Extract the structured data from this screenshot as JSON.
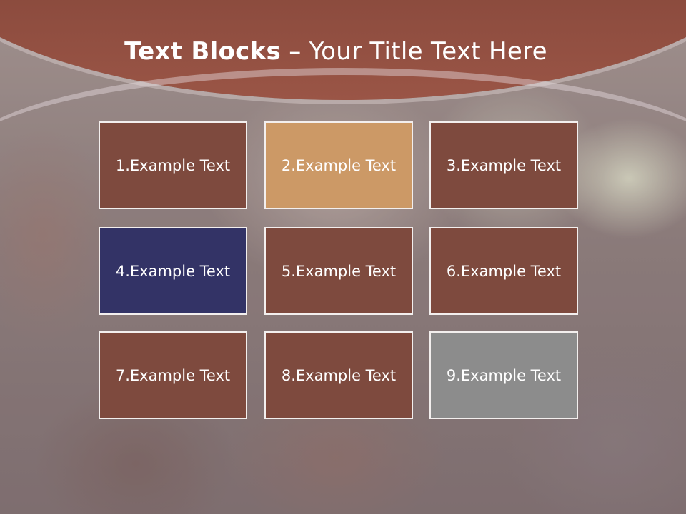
{
  "title": {
    "bold": "Text Blocks",
    "separator": " – ",
    "rest": "Your Title Text Here"
  },
  "blocks": [
    {
      "label": "1.Example Text",
      "color": "#7e4a3e"
    },
    {
      "label": "2.Example Text",
      "color": "#cc9966"
    },
    {
      "label": "3.Example Text",
      "color": "#7e4a3e"
    },
    {
      "label": "4.Example Text",
      "color": "#333366"
    },
    {
      "label": "5.Example Text",
      "color": "#7e4a3e"
    },
    {
      "label": "6.Example Text",
      "color": "#7e4a3e"
    },
    {
      "label": "7.Example Text",
      "color": "#7e4a3e"
    },
    {
      "label": "8.Example Text",
      "color": "#7e4a3e"
    },
    {
      "label": "9.Example Text",
      "color": "#8c8c8c"
    }
  ],
  "colors": {
    "banner": "#8a4a3d",
    "title_text": "#ffffff",
    "block_border": "#f3efee"
  }
}
